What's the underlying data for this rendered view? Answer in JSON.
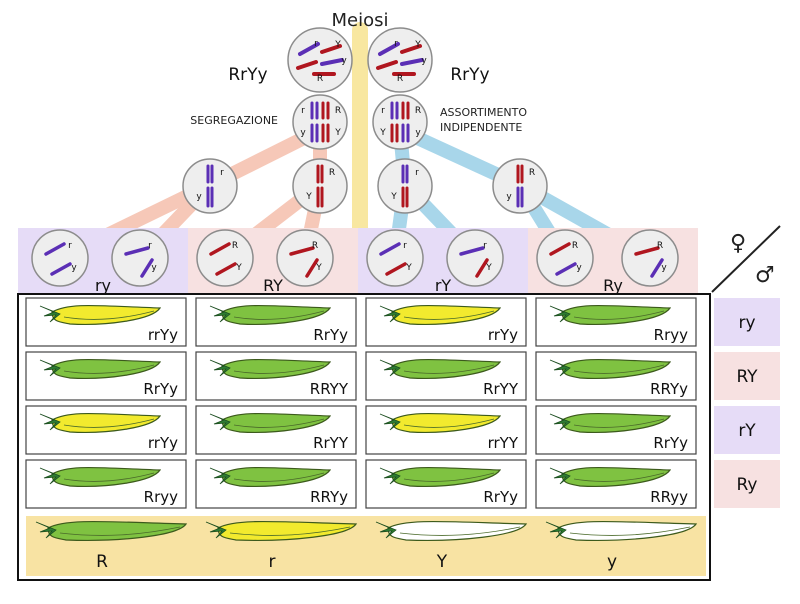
{
  "title": "Meiosi",
  "parent_left": "RrYy",
  "parent_right": "RrYy",
  "label_segregation": "SEGREGAZIONE",
  "label_assortment_line1": "ASSORTIMENTO",
  "label_assortment_line2": "INDIPENDENTE",
  "female_symbol": "♀",
  "male_symbol": "♂",
  "colors": {
    "purple_chrom": "#5b2fb5",
    "red_chrom": "#b0161f",
    "pod_green": "#7fc241",
    "pod_yellow": "#f2ea2e",
    "pod_white": "#ffffff",
    "band_yellow": "#f8e7a0",
    "band_pink": "#f6c8b8",
    "band_blue": "#a8d6ea",
    "gamete_purple_bg": "#e6dcf7",
    "gamete_pink_bg": "#f7e1e1",
    "legend_bg": "#f8e3a3"
  },
  "meiosis_cells": {
    "top_left": [
      "r",
      "Y",
      "y",
      "R"
    ],
    "top_right": [
      "r",
      "Y",
      "y",
      "R"
    ],
    "mid_left": [
      "r",
      "R",
      "y",
      "Y"
    ],
    "mid_right": [
      "r",
      "R",
      "Y",
      "y"
    ],
    "second": [
      [
        "r",
        "y"
      ],
      [
        "R",
        "Y"
      ],
      [
        "r",
        "Y"
      ],
      [
        "R",
        "y"
      ]
    ]
  },
  "gamete_groups": [
    {
      "label": "ry",
      "bg": "purple",
      "cells": [
        [
          "r",
          "y"
        ],
        [
          "r",
          "y"
        ]
      ]
    },
    {
      "label": "RY",
      "bg": "pink",
      "cells": [
        [
          "R",
          "Y"
        ],
        [
          "R",
          "Y"
        ]
      ]
    },
    {
      "label": "rY",
      "bg": "purple",
      "cells": [
        [
          "r",
          "Y"
        ],
        [
          "r",
          "Y"
        ]
      ]
    },
    {
      "label": "Ry",
      "bg": "pink",
      "cells": [
        [
          "R",
          "y"
        ],
        [
          "R",
          "y"
        ]
      ]
    }
  ],
  "row_labels": [
    {
      "label": "ry",
      "bg": "purple"
    },
    {
      "label": "RY",
      "bg": "pink"
    },
    {
      "label": "rY",
      "bg": "purple"
    },
    {
      "label": "Ry",
      "bg": "pink"
    }
  ],
  "grid": [
    [
      {
        "g": "rrYy",
        "pod": "yellow"
      },
      {
        "g": "RrYy",
        "pod": "green"
      },
      {
        "g": "rrYy",
        "pod": "yellow"
      },
      {
        "g": "Rryy",
        "pod": "green"
      }
    ],
    [
      {
        "g": "RrYy",
        "pod": "green"
      },
      {
        "g": "RRYY",
        "pod": "green"
      },
      {
        "g": "RrYY",
        "pod": "green"
      },
      {
        "g": "RRYy",
        "pod": "green"
      }
    ],
    [
      {
        "g": "rrYy",
        "pod": "yellow"
      },
      {
        "g": "RrYY",
        "pod": "green"
      },
      {
        "g": "rrYY",
        "pod": "yellow"
      },
      {
        "g": "RrYy",
        "pod": "green"
      }
    ],
    [
      {
        "g": "Rryy",
        "pod": "green"
      },
      {
        "g": "RRYy",
        "pod": "green"
      },
      {
        "g": "RrYy",
        "pod": "green"
      },
      {
        "g": "RRyy",
        "pod": "green"
      }
    ]
  ],
  "legend": [
    {
      "label": "R",
      "pod": "green"
    },
    {
      "label": "r",
      "pod": "yellow"
    },
    {
      "label": "Y",
      "pod": "white"
    },
    {
      "label": "y",
      "pod": "white"
    }
  ]
}
